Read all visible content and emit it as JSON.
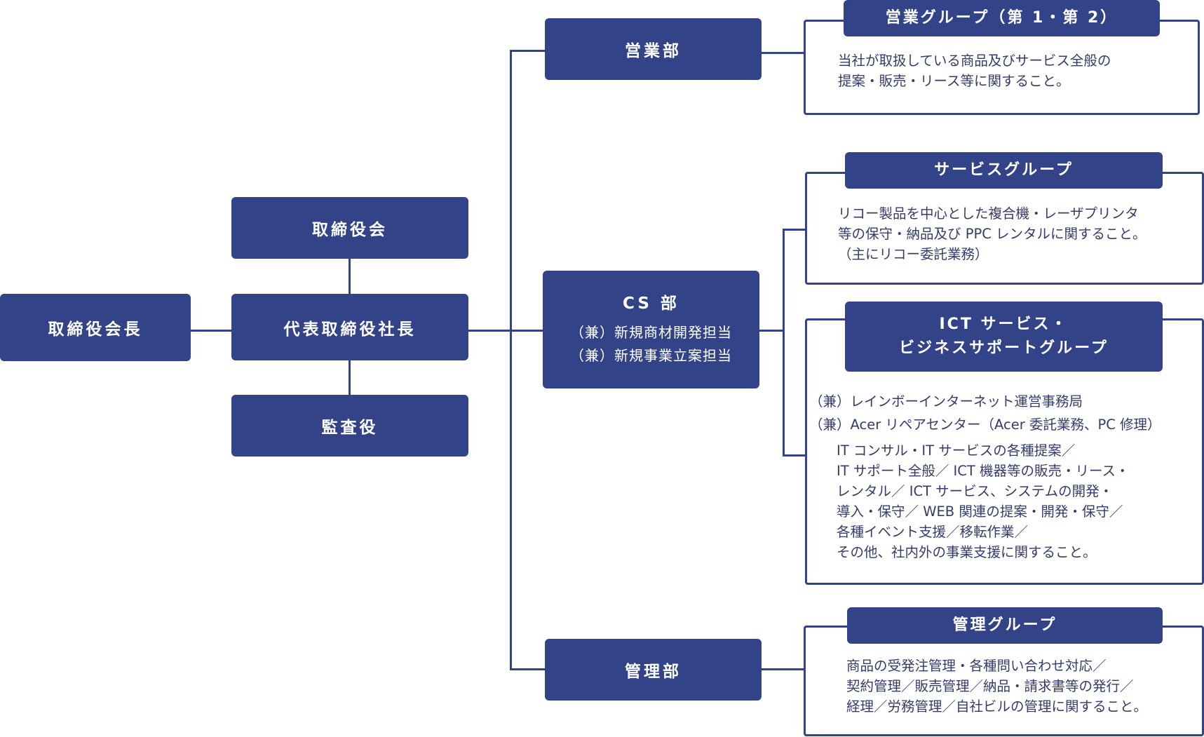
{
  "chairman": "取締役会長",
  "board": "取締役会",
  "president": "代表取締役社長",
  "auditor": "監査役",
  "sales_dept": "営業部",
  "cs_dept": {
    "title": "CS 部",
    "lines": [
      "（兼）新規商材開発担当",
      "（兼）新規事業立案担当"
    ]
  },
  "admin_dept": "管理部",
  "groups": {
    "sales": {
      "title": "営業グループ（第 1・第 2）",
      "desc": [
        "当社が取扱している商品及びサービス全般の",
        "提案・販売・リース等に関すること。"
      ]
    },
    "service": {
      "title": "サービスグループ",
      "desc": [
        "リコー製品を中心とした複合機・レーザプリンタ",
        "等の保守・納品及び PPC レンタルに関すること。",
        "（主にリコー委託業務）"
      ]
    },
    "ict": {
      "title_lines": [
        "ICT サービス・",
        "ビジネスサポートグループ"
      ],
      "extra": [
        "（兼）レインボーインターネット運営事務局",
        "（兼）Acer リペアセンター（Acer 委託業務、PC 修理）"
      ],
      "desc": [
        "IT コンサル・IT サービスの各種提案／",
        "IT サポート全般／ ICT 機器等の販売・リース・",
        "レンタル／ ICT サービス、システムの開発・",
        "導入・保守／ WEB 関連の提案・開発・保守／",
        "各種イベント支援／移転作業／",
        "その他、社内外の事業支援に関すること。"
      ]
    },
    "admin": {
      "title": "管理グループ",
      "desc": [
        "商品の受発注管理・各種問い合わせ対応／",
        "契約管理／販売管理／納品・請求書等の発行／",
        "経理／労務管理／自社ビルの管理に関すること。"
      ]
    }
  },
  "colors": {
    "primary": "#334387",
    "text": "#333c6b",
    "background": "#ffffff"
  }
}
